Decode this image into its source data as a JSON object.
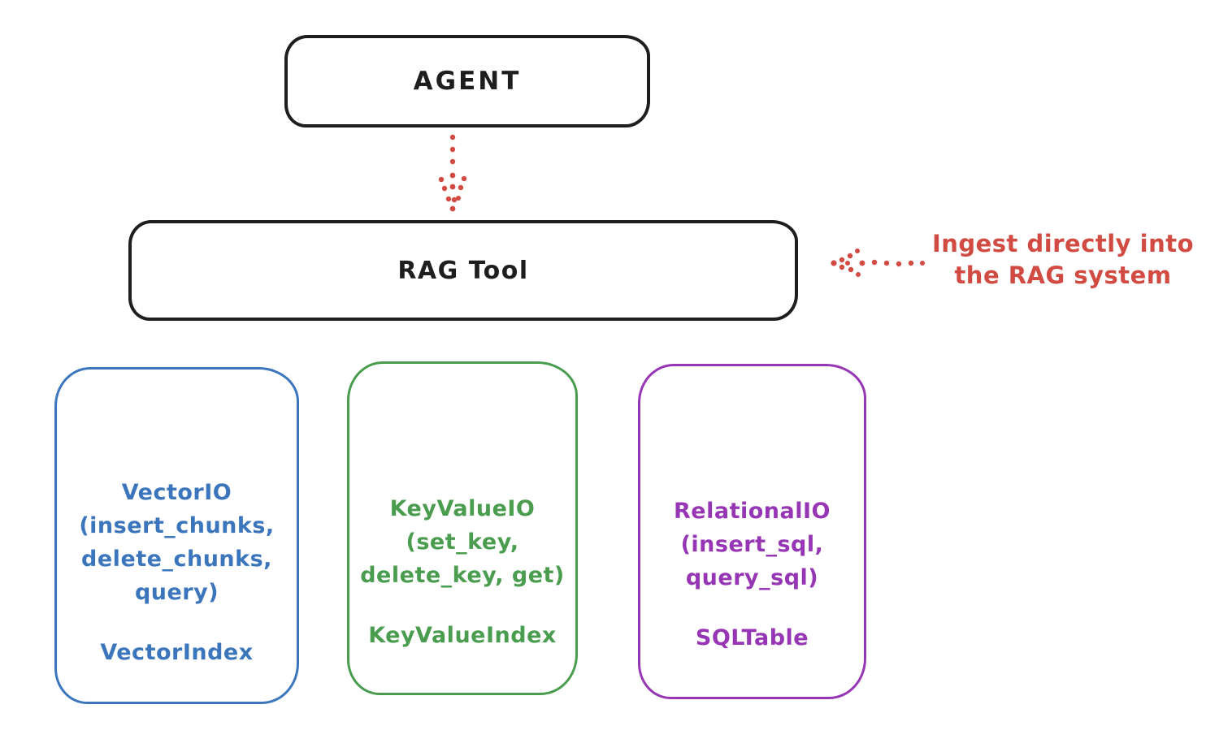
{
  "nodes": {
    "agent": {
      "label": "AGENT"
    },
    "rag_tool": {
      "label": "RAG Tool"
    }
  },
  "annotation": {
    "line1": "Ingest directly into",
    "line2": "the RAG system"
  },
  "io_boxes": [
    {
      "name": "vector-io",
      "color": "#3b76bd",
      "lines": [
        "VectorIO",
        "(insert_chunks,",
        "delete_chunks,",
        "query)"
      ],
      "index_label": "VectorIndex"
    },
    {
      "name": "keyvalue-io",
      "color": "#4a9d4f",
      "lines": [
        "KeyValueIO",
        "(set_key,",
        "delete_key, get)"
      ],
      "index_label": "KeyValueIndex"
    },
    {
      "name": "relational-io",
      "color": "#9636b5",
      "lines": [
        "RelationalIO",
        "(insert_sql,",
        "query_sql)"
      ],
      "index_label": "SQLTable"
    }
  ],
  "colors": {
    "stroke": "#1e1e1e",
    "red": "#d14b42",
    "blue": "#3b76bd",
    "green": "#4a9d4f",
    "purple": "#9636b5",
    "background": "#ffffff"
  }
}
